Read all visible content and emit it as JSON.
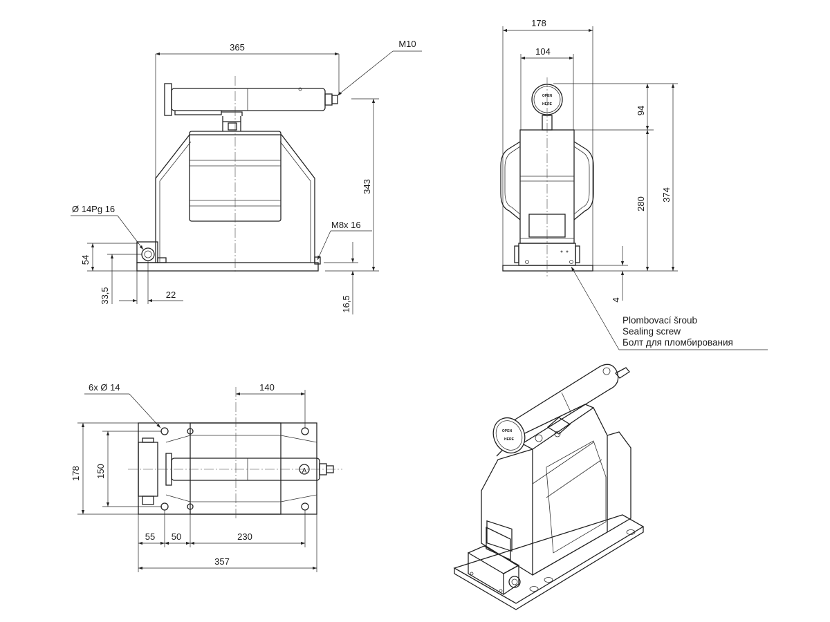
{
  "front_view": {
    "width_365": "365",
    "height_343": "343",
    "thread_m10": "M10",
    "hole_label": "Ø 14Pg 16",
    "screw_label": "M8x 16",
    "dim_54": "54",
    "dim_33_5": "33,5",
    "dim_22": "22",
    "dim_16_5": "16,5"
  },
  "side_view": {
    "dim_178": "178",
    "dim_104": "104",
    "dim_94": "94",
    "dim_280": "280",
    "dim_374": "374",
    "dim_4": "4",
    "cap_text_1": "OPEN",
    "cap_text_2": "HERE",
    "sealing_label_cz": "Plombovací šroub",
    "sealing_label_en": "Sealing screw",
    "sealing_label_ru": "Болт для пломбирования"
  },
  "top_view": {
    "holes_label": "6x Ø 14",
    "dim_140": "140",
    "dim_178": "178",
    "dim_150": "150",
    "dim_55": "55",
    "dim_50": "50",
    "dim_230": "230",
    "dim_357": "357",
    "marker_a": "A"
  },
  "iso_view": {
    "cap_text_1": "OPEN",
    "cap_text_2": "HERE"
  }
}
